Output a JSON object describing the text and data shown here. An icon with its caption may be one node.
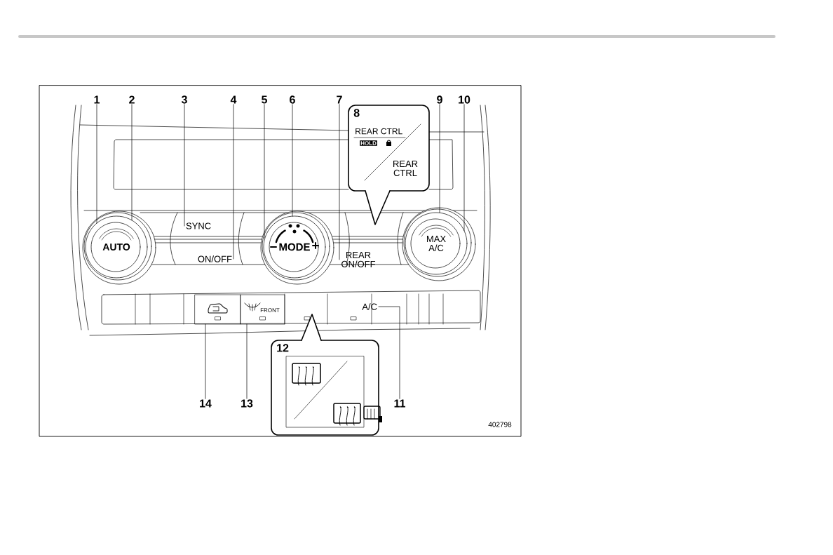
{
  "diagram": {
    "nodes": [
      {
        "text": [
          "1"
        ]
      },
      {
        "text": [
          "2"
        ]
      },
      {
        "text": [
          "3"
        ]
      },
      {
        "text": [
          "4"
        ]
      },
      {
        "text": [
          "5"
        ]
      },
      {
        "text": [
          "6"
        ]
      },
      {
        "text": [
          "7"
        ]
      },
      {
        "text": [
          "8",
          "REAR CTRL",
          "HOLD",
          "REAR CTRL"
        ]
      },
      {
        "text": [
          "9"
        ]
      },
      {
        "text": [
          "10"
        ]
      },
      {
        "text": [
          "11"
        ]
      },
      {
        "text": [
          "12"
        ]
      },
      {
        "text": [
          "13"
        ]
      },
      {
        "text": [
          "14"
        ]
      },
      {
        "text": [
          "AUTO"
        ]
      },
      {
        "text": [
          "SYNC"
        ]
      },
      {
        "text": [
          "ON/OFF"
        ]
      },
      {
        "text": [
          "MODE"
        ]
      },
      {
        "text": [
          "REAR ON/OFF"
        ]
      },
      {
        "text": [
          "MAX A/C"
        ]
      },
      {
        "text": [
          "A/C"
        ]
      },
      {
        "text": [
          "FRONT"
        ]
      },
      {
        "text": [],
        "shape": "box"
      }
    ],
    "edges": [
      {
        "from": 0,
        "to": 14,
        "arrow": "none"
      },
      {
        "from": 1,
        "to": 14,
        "arrow": "none"
      },
      {
        "from": 2,
        "to": 15,
        "arrow": "none"
      },
      {
        "from": 3,
        "to": 16,
        "arrow": "none"
      },
      {
        "from": 4,
        "to": 17,
        "arrow": "none"
      },
      {
        "from": 5,
        "to": 17,
        "arrow": "none"
      },
      {
        "from": 6,
        "to": 18,
        "arrow": "none"
      },
      {
        "from": 8,
        "to": 19,
        "arrow": "none"
      },
      {
        "from": 9,
        "to": 19,
        "arrow": "none"
      },
      {
        "from": 10,
        "to": 20,
        "arrow": "none"
      },
      {
        "from": 12,
        "to": 21,
        "arrow": "none"
      },
      {
        "from": 13,
        "to": 22,
        "arrow": "none"
      }
    ],
    "labels": [
      "402798"
    ]
  }
}
